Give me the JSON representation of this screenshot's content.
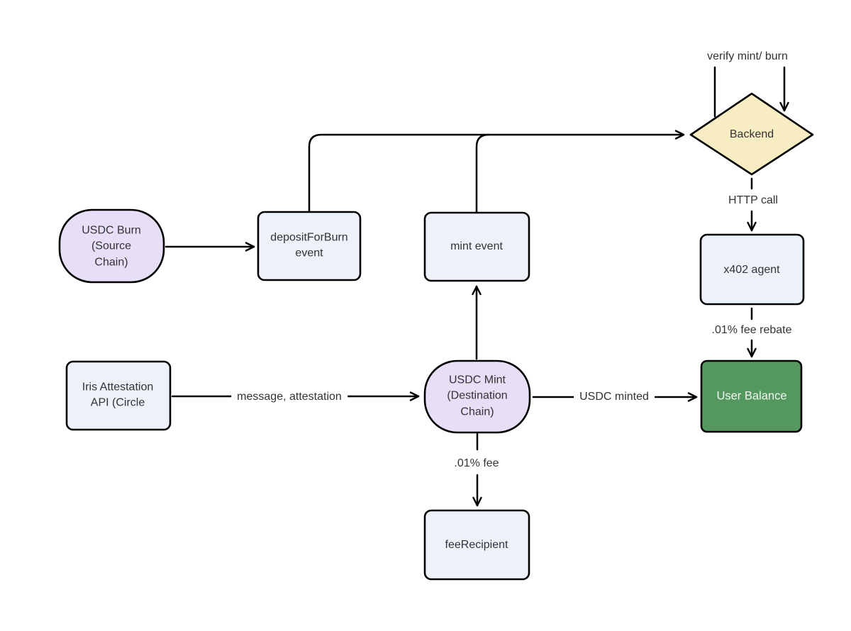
{
  "diagram": {
    "colors": {
      "background": "#ffffff",
      "stroke": "#000000",
      "text": "#333333",
      "node_fill_blue": "#edf2fa",
      "node_fill_lavender": "#e7dff7",
      "node_fill_wheat": "#f8ecc3",
      "node_fill_green": "#55985f",
      "node_text_on_green": "#f0f7f0"
    },
    "nodes": {
      "usdc_burn": {
        "label": "USDC Burn\n(Source\nChain)",
        "shape": "stadium"
      },
      "deposit_for_burn": {
        "label": "depositForBurn\nevent",
        "shape": "rect"
      },
      "mint_event": {
        "label": "mint event",
        "shape": "rect"
      },
      "backend": {
        "label": "Backend",
        "shape": "diamond"
      },
      "x402_agent": {
        "label": "x402 agent",
        "shape": "rect"
      },
      "user_balance": {
        "label": "User Balance",
        "shape": "rect"
      },
      "iris_api": {
        "label": "Iris Attestation\nAPI (Circle",
        "shape": "rect"
      },
      "usdc_mint": {
        "label": "USDC Mint\n(Destination\nChain)",
        "shape": "stadium"
      },
      "fee_recipient": {
        "label": "feeRecipient",
        "shape": "rect"
      }
    },
    "edge_labels": {
      "verify_mint_burn": "verify mint/ burn",
      "http_call": "HTTP call",
      "fee_rebate": ".01% fee rebate",
      "message_attestation": "message, attestation",
      "usdc_minted": "USDC minted",
      "fee": ".01% fee"
    }
  }
}
